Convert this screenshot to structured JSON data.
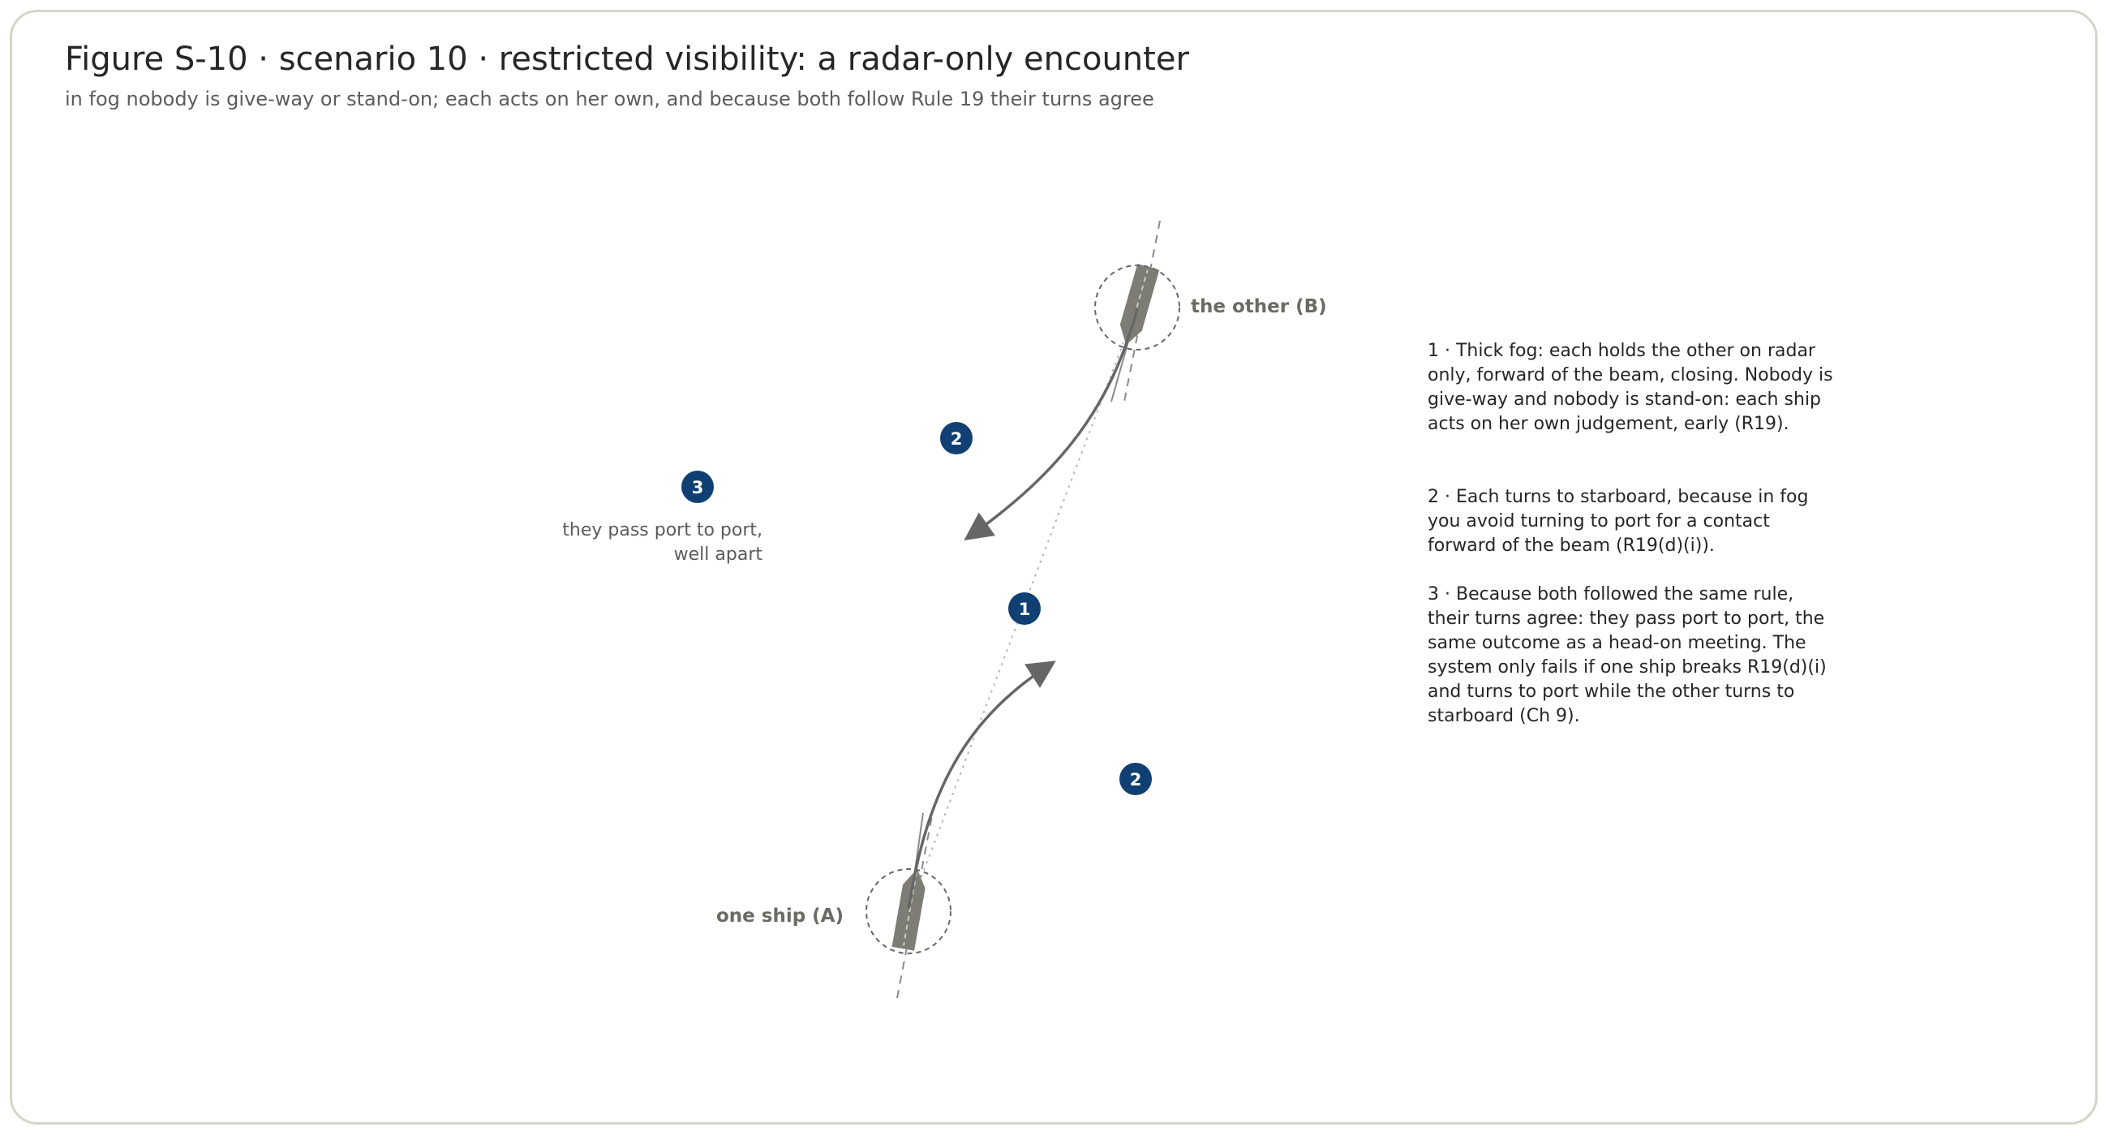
{
  "figure": {
    "title": "Figure S-10 · scenario 10 · restricted visibility: a radar-only encounter",
    "subtitle": "in fog nobody is give-way or stand-on; each acts on her own, and because both follow Rule 19 their turns agree"
  },
  "ships": {
    "a_label": "one ship (A)",
    "b_label": "the other (B)"
  },
  "markers": {
    "one": "1",
    "two": "2",
    "three": "3"
  },
  "pass_note": {
    "line1": "they pass port to port,",
    "line2": "well apart"
  },
  "notes": {
    "n1": "1 · Thick fog: each holds the other on radar only, forward of the beam, closing. Nobody is give-way and nobody is stand-on: each ship acts on her own judgement, early (R19).",
    "n2": "2 · Each turns to starboard, because in fog you avoid turning to port for a contact forward of the beam (R19(d)(i)).",
    "n3": "3 · Because both followed the same rule, their turns agree: they pass port to port, the same outcome as a head-on meeting. The system only fails if one ship breaks R19(d)(i) and turns to port while the other turns to starboard (Ch 9)."
  },
  "colors": {
    "frame": "#d6d4c8",
    "ship_hull": "#7d7d76",
    "track": "#666666",
    "badge": "#0f3f73",
    "text": "#262626",
    "muted": "#5c5c5c"
  }
}
